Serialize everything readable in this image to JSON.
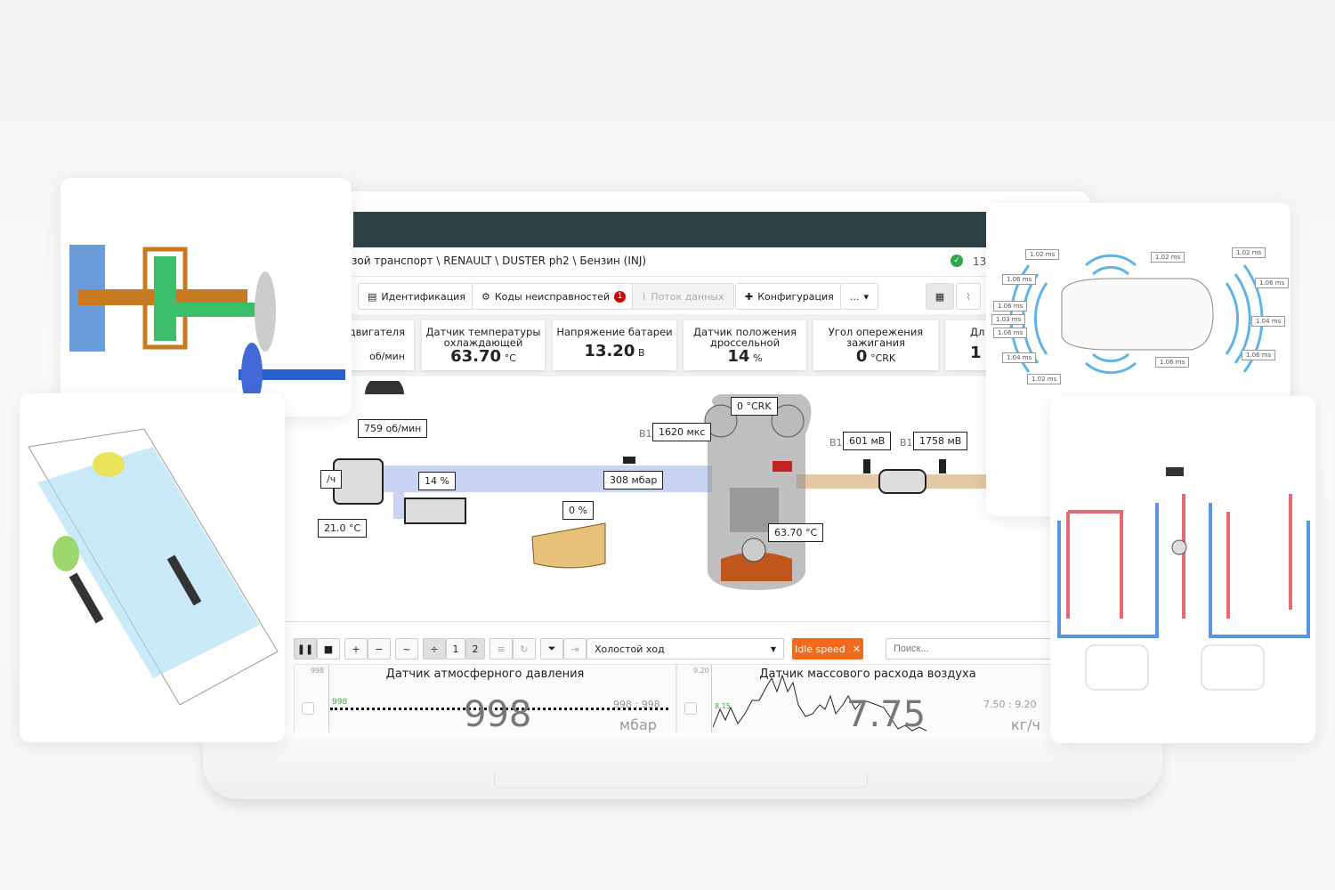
{
  "app": {
    "breadcrumb": "зой транспорт \\ RENAULT \\ DUSTER ph2 \\ Бензин (INJ)",
    "status_text": "13."
  },
  "tabs": [
    {
      "label": "Идентификация"
    },
    {
      "label": "Коды неисправностей",
      "badge": "1"
    },
    {
      "label": "Поток данных"
    },
    {
      "label": "Конфигурация"
    },
    {
      "label": "..."
    }
  ],
  "cards": [
    {
      "title": "двигателя",
      "value": "",
      "unit": "об/мин"
    },
    {
      "title": "Датчик температуры охлаждающей",
      "value": "63.70",
      "unit": "°C"
    },
    {
      "title": "Напряжение батареи",
      "value": "13.20",
      "unit": "В"
    },
    {
      "title": "Датчик положения дроссельной",
      "value": "14",
      "unit": "%"
    },
    {
      "title": "Угол опережения зажигания",
      "value": "0",
      "unit": "°CRK"
    },
    {
      "title": "Дл",
      "value": "1",
      "unit": ""
    }
  ],
  "diagram": {
    "rpm": "759 об/мин",
    "flow": "/ч",
    "intake_temp": "21.0 °C",
    "throttle": "14 %",
    "map": "308 мбар",
    "purge": "0 %",
    "injector_prefix": "B1",
    "injector": "1620 мкс",
    "ignition": "0 °CRK",
    "coolant": "63.70 °C",
    "o2_prefix_1": "B1",
    "o2_1": "601 мВ",
    "o2_prefix_2": "B1",
    "o2_2": "1758 мВ"
  },
  "toolbar": {
    "btn1": "1",
    "btn2": "2",
    "mode_select": "Холостой ход",
    "filter_tag": "Idle speed",
    "search_placeholder": "Поиск..."
  },
  "charts": [
    {
      "title": "Датчик атмосферного давления",
      "ymax": "998",
      "ref": "998",
      "value": "998",
      "range": "998 : 998",
      "unit": "мбар"
    },
    {
      "title": "Датчик массового расхода воздуха",
      "ymax": "9.20",
      "ref": "8.15",
      "value": "7.75",
      "range": "7.50 : 9.20",
      "unit": "кг/ч"
    }
  ],
  "parking_sensors": [
    "1.02 ms",
    "1.06 ms",
    "1.06 ms",
    "1.03 ms",
    "1.06 ms",
    "1.04 ms",
    "1.02 ms",
    "1.02 ms",
    "1.06 ms",
    "1.02 ms",
    "1.06 ms",
    "1.04 ms",
    "1.06 ms"
  ],
  "colors": {
    "topbar": "#2e4245",
    "accent_orange": "#f26a1b",
    "intake": "#c9d3f3",
    "exhaust": "#e3c8a5",
    "badge_red": "#cc0000"
  }
}
